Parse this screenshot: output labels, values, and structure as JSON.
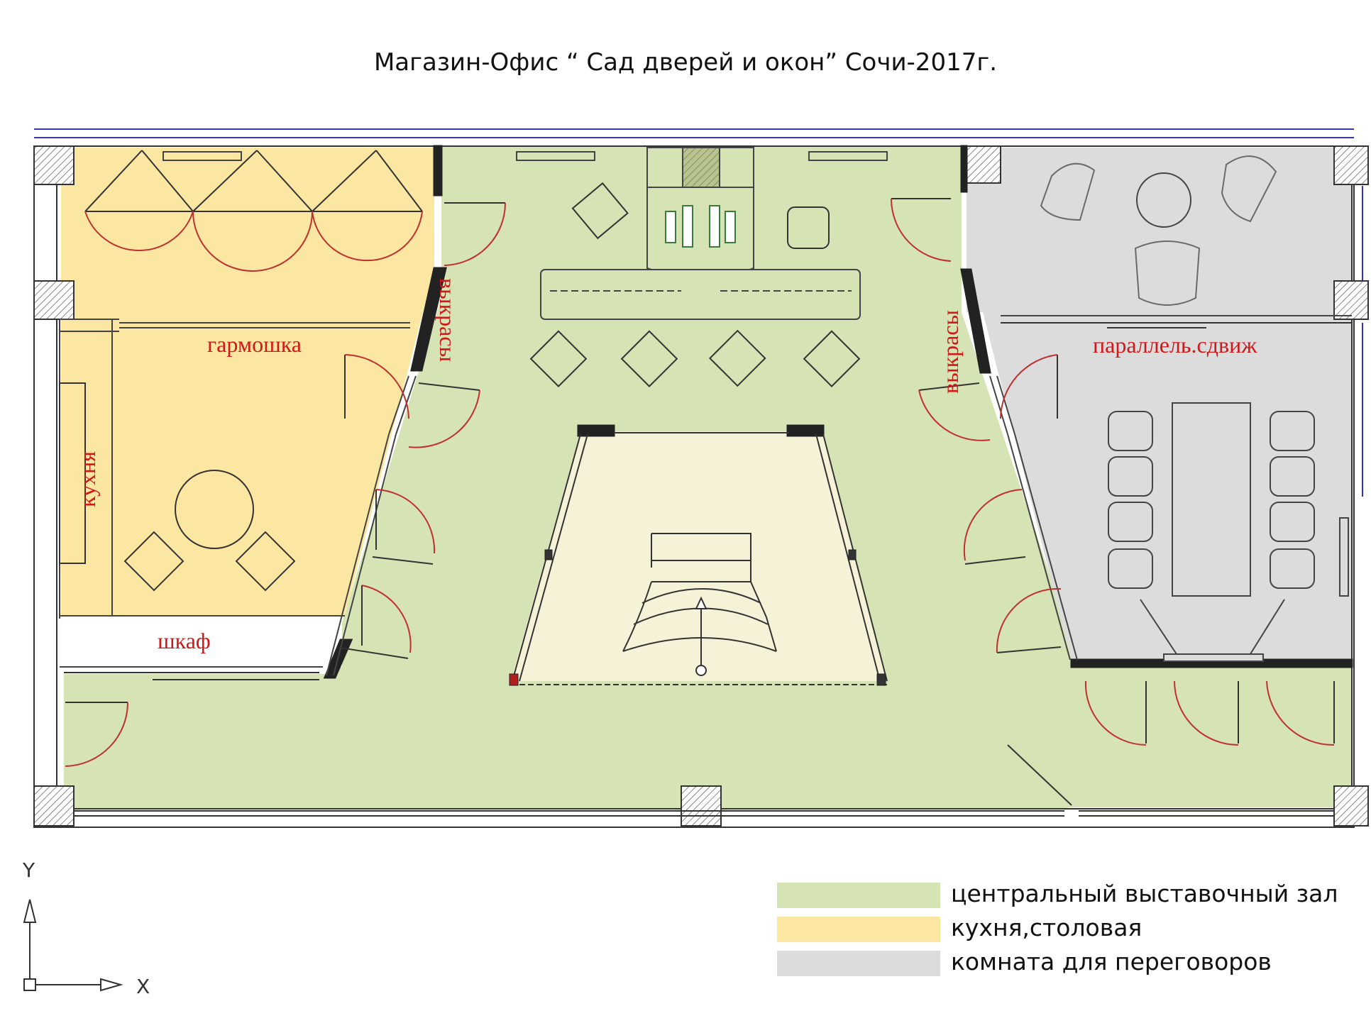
{
  "title": "Магазин-Офис “ Сад дверей и окон” Сочи-2017г.",
  "rooms": {
    "accordion": "гармошка",
    "kitchen": "кухня",
    "wardrobe": "шкаф",
    "niche_left": "выкрасы",
    "niche_right": "выкрасы",
    "sliding": "параллель.сдвиж"
  },
  "legend": [
    {
      "label": "центральный выставочный зал",
      "color": "#d6e3b4"
    },
    {
      "label": "кухня,столовая",
      "color": "#fbe7a1"
    },
    {
      "label": "комната для переговоров",
      "color": "#dcdcdc"
    }
  ],
  "axis": {
    "y": "Y",
    "x": "X"
  },
  "colors": {
    "hall": "#d6e3b4",
    "kitchen": "#fbe7a1",
    "meeting": "#dcdcdc",
    "podium": "#f5f2d8",
    "label_red": "#d11919",
    "guide_blue": "#3333cc"
  }
}
